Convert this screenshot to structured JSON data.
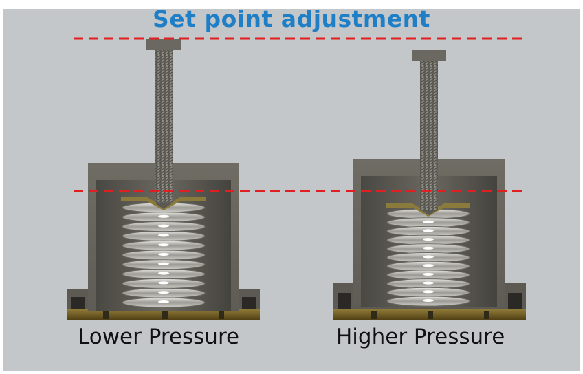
{
  "title": "Set point adjustment",
  "labels": {
    "left": "Lower Pressure",
    "right": "Higher Pressure"
  },
  "colors": {
    "title": "#1f7fc6",
    "dashed_line": "#e02020",
    "background": "#c3c7c9",
    "metal": "#6d6a62",
    "brass": "#7a6220"
  }
}
